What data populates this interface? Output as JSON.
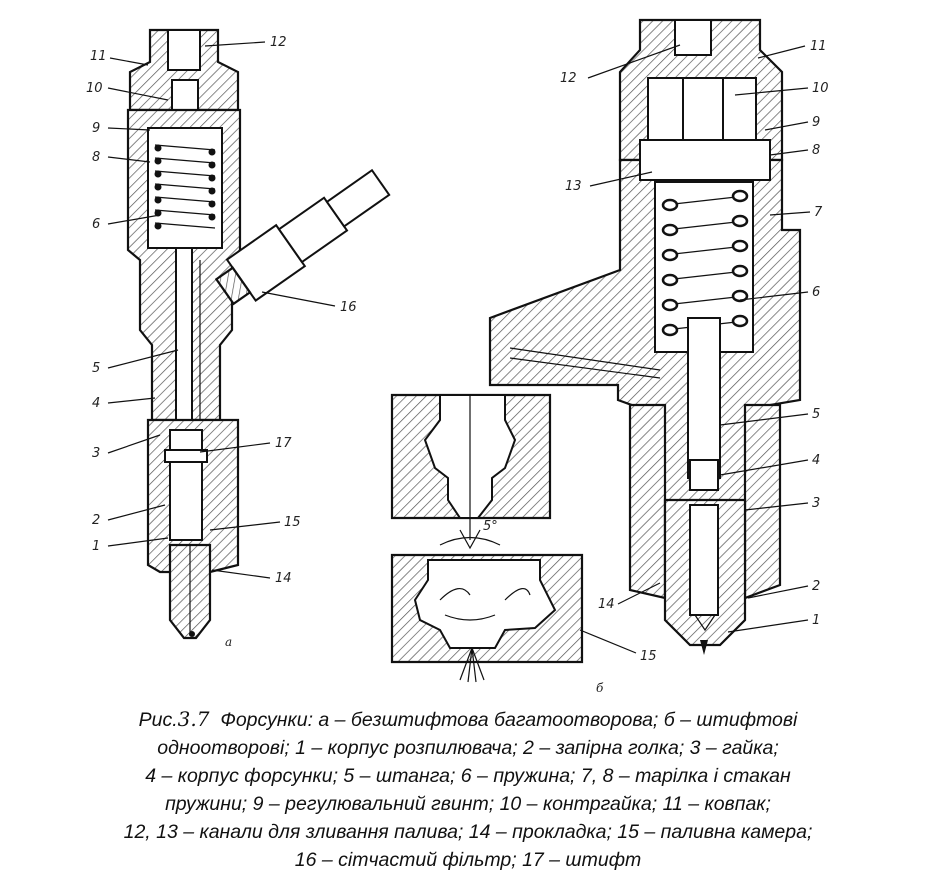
{
  "figure": {
    "sub_a": "а",
    "sub_b": "б",
    "sub_c": "5°",
    "labels_a": [
      "11",
      "12",
      "10",
      "9",
      "8",
      "6",
      "16",
      "5",
      "4",
      "3",
      "17",
      "2",
      "15",
      "1",
      "14"
    ],
    "labels_b": [
      "12",
      "11",
      "10",
      "9",
      "8",
      "13",
      "7",
      "6",
      "5",
      "4",
      "3",
      "14",
      "2",
      "1",
      "15"
    ]
  },
  "caption": {
    "prefix": "Рис.",
    "number": "3.7",
    "lines": [
      "Форсунки: а – безштифтова багатоотворова; б – штифтові",
      "одноотворові; 1 – корпус розпилювача; 2 – запірна голка; 3 – гайка;",
      "4 – корпус форсунки; 5 – штанга; 6 – пружина; 7, 8 – тарілка і стакан",
      "пружини; 9 – регулювальний гвинт; 10 – контргайка; 11 – ковпак;",
      "12, 13 – канали для зливання палива; 14 – прокладка; 15 – паливна камера;",
      "16 – сітчастий фільтр; 17 – штифт"
    ]
  }
}
